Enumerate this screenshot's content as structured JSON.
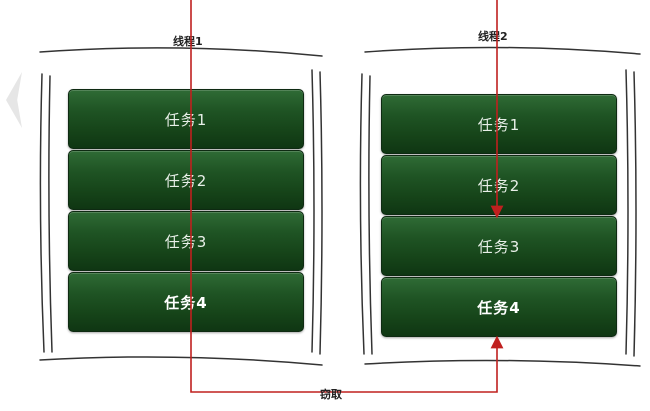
{
  "threads": [
    {
      "label": "线程1",
      "tasks": [
        "任务1",
        "任务2",
        "任务3",
        "任务4"
      ]
    },
    {
      "label": "线程2",
      "tasks": [
        "任务1",
        "任务2",
        "任务3",
        "任务4"
      ]
    }
  ],
  "steal_label": "窃取",
  "colors": {
    "task": "#1f5424",
    "arrow": "#c0201f",
    "frame": "#333333"
  }
}
